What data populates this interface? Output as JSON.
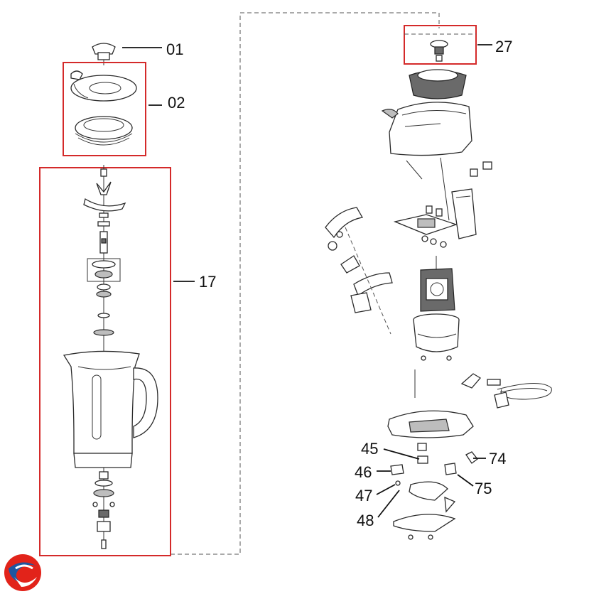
{
  "callouts": {
    "c01": "01",
    "c02": "02",
    "c17": "17",
    "c27": "27",
    "c45": "45",
    "c46": "46",
    "c47": "47",
    "c48": "48",
    "c74": "74",
    "c75": "75"
  },
  "colors": {
    "highlight_box": "#d42a2a",
    "line_art": "#2a2a2a",
    "logo_red": "#e2231a",
    "logo_blue": "#1e56a0"
  },
  "icons": {
    "brand_logo": "swirl-logo"
  }
}
